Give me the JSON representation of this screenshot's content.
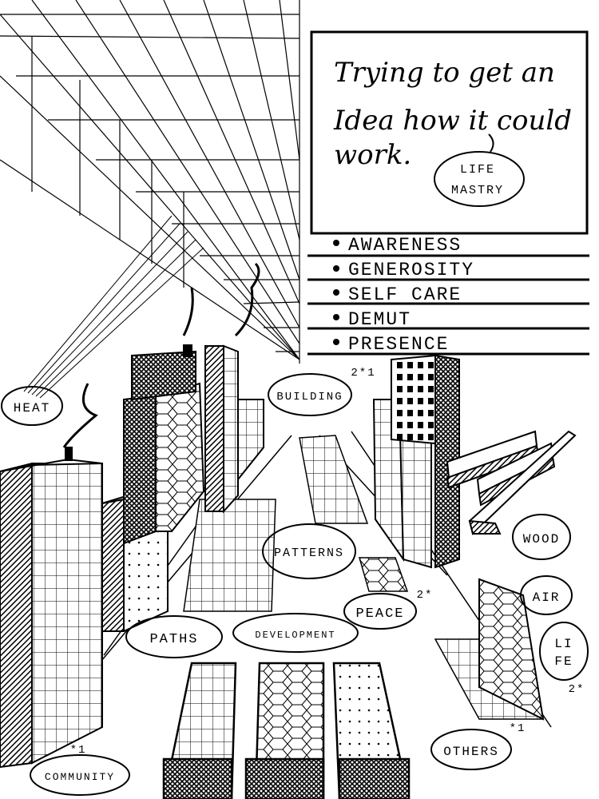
{
  "note": {
    "line1": "Trying to get an",
    "line2": "Idea how it could",
    "line3": "work.",
    "badge_line1": "LIFE",
    "badge_line2": "MASTRY"
  },
  "list": {
    "items": [
      "AWARENESS",
      "GENEROSITY",
      "SELF CARE",
      "DEMUT",
      "PRESENCE"
    ]
  },
  "labels": {
    "heat": "HEAT",
    "building": "BUILDING",
    "building_mark": "2*1",
    "patterns": "PATTERNS",
    "peace": "PEACE",
    "peace_mark": "2*",
    "paths": "PATHS",
    "development": "DEVELOPMENT",
    "wood": "WOOD",
    "air": "AIR",
    "life_1": "LI",
    "life_2": "FE",
    "life_mark": "2*",
    "others": "OTHERS",
    "others_mark": "*1",
    "community": "COMMUNITY",
    "community_mark": "*1"
  },
  "colors": {
    "ink": "#000000",
    "paper": "#ffffff"
  }
}
